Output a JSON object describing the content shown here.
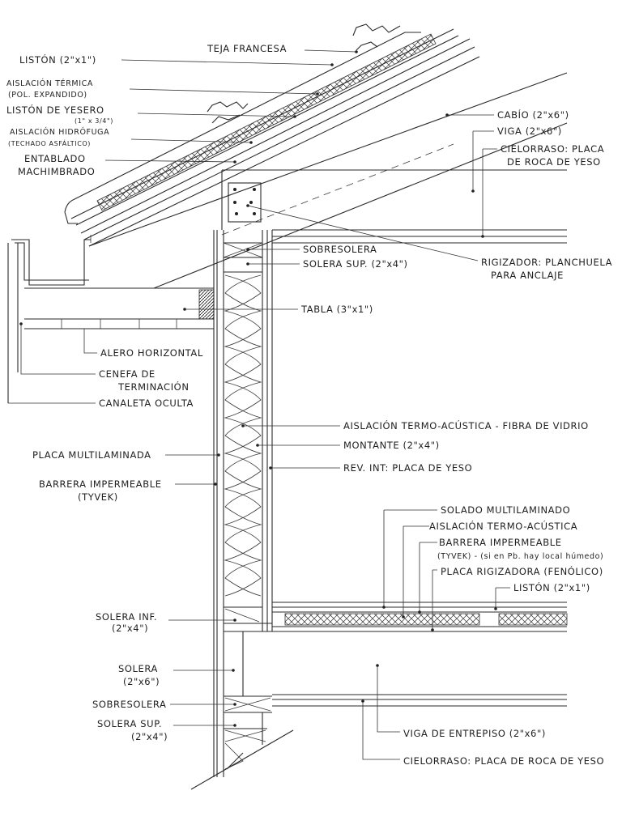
{
  "labels": {
    "teja_francesa": "TEJA FRANCESA",
    "liston_1": "LISTÓN (2\"x1\")",
    "aislacion_termica_1": "AISLACIÓN TÉRMICA",
    "aislacion_termica_2": "(POL. EXPANDIDO)",
    "liston_yesero_1": "LISTÓN DE YESERO",
    "liston_yesero_2": "(1\" x 3/4\")",
    "aislacion_hidrofuga_1": "AISLACIÓN HIDRÓFUGA",
    "aislacion_hidrofuga_2": "(TECHADO ASFÁLTICO)",
    "entablado_1": "ENTABLADO",
    "entablado_2": "MACHIMBRADO",
    "cabio": "CABÍO (2\"x6\")",
    "viga": "VIGA (2\"x6\")",
    "cielorraso_1": "CIELORRASO: PLACA",
    "cielorraso_2": "DE ROCA DE YESO",
    "sobresolera_top": "SOBRESOLERA",
    "solera_sup_top": "SOLERA SUP. (2\"x4\")",
    "rigizador_1": "RIGIZADOR: PLANCHUELA",
    "rigizador_2": "PARA ANCLAJE",
    "tabla": "TABLA (3\"x1\")",
    "alero_horizontal": "ALERO HORIZONTAL",
    "cenefa_1": "CENEFA DE",
    "cenefa_2": "TERMINACIÓN",
    "canaleta_oculta": "CANALETA OCULTA",
    "aislacion_termo_fibra": "AISLACIÓN TERMO-ACÚSTICA - FIBRA DE VIDRIO",
    "placa_multilaminada": "PLACA MULTILAMINADA",
    "montante": "MONTANTE (2\"x4\")",
    "barrera_1": "BARRERA IMPERMEABLE",
    "barrera_2": "(TYVEK)",
    "rev_int": "REV. INT: PLACA DE YESO",
    "solado": "SOLADO MULTILAMINADO",
    "aislacion_termo_2": "AISLACIÓN TERMO-ACÚSTICA",
    "barrera_floor_1": "BARRERA IMPERMEABLE",
    "barrera_floor_2": "(TYVEK) - (si en Pb. hay local húmedo)",
    "placa_rigizadora": "PLACA RIGIZADORA (FENÓLICO)",
    "liston_2": "LISTÓN (2\"x1\")",
    "solera_inf_1": "SOLERA INF.",
    "solera_inf_2": "(2\"x4\")",
    "solera_1": "SOLERA",
    "solera_2": "(2\"x6\")",
    "sobresolera_bottom": "SOBRESOLERA",
    "solera_sup_bottom_1": "SOLERA SUP.",
    "solera_sup_bottom_2": "(2\"x4\")",
    "viga_entrepiso": "VIGA DE ENTREPISO (2\"x6\")",
    "cielorraso_bottom": "CIELORRASO: PLACA DE ROCA DE YESO"
  },
  "colors": {
    "ink": "#1f1f1f",
    "paper": "#ffffff"
  }
}
